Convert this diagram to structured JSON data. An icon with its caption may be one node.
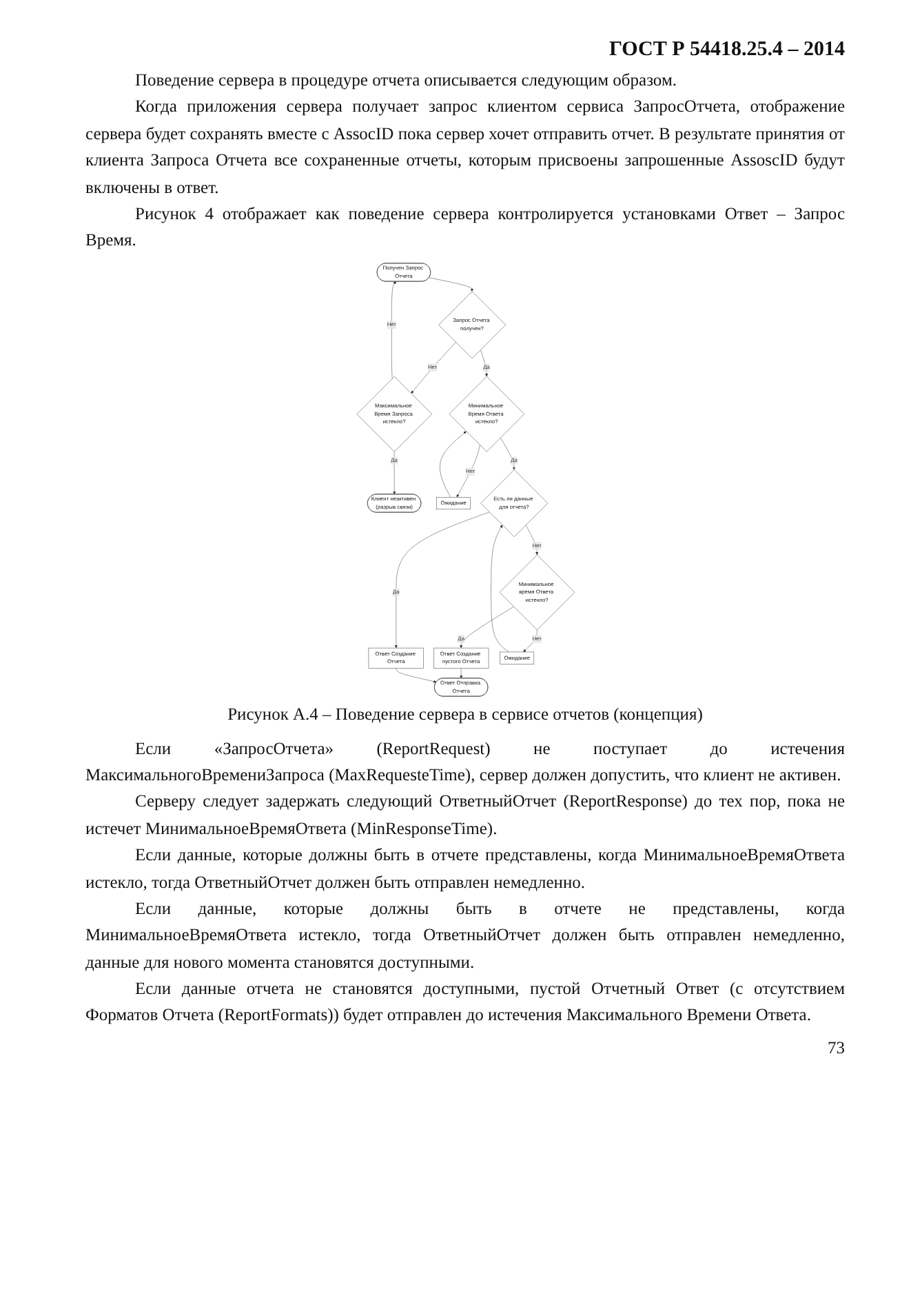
{
  "diagram": {
    "caption": "Рисунок А.4 – Поведение сервера в сервисе отчетов (концепция)",
    "nodes": [
      {
        "text": [
          "Получен Запрос Отчета"
        ]
      },
      {
        "text": [
          "Запрос Отчета получен?"
        ]
      },
      {
        "text": [
          "Максимальное Время Запроса истекло?"
        ]
      },
      {
        "text": [
          "Клиент неактивен (разрыв связи)"
        ]
      },
      {
        "text": [
          "Минимальное Время Ответа истекло?"
        ]
      },
      {
        "text": [
          "Ожидание"
        ]
      },
      {
        "text": [
          "Есть ли данные для отчета?"
        ]
      },
      {
        "text": [
          "Ответ Создание Отчета"
        ]
      },
      {
        "text": [
          "Минимальное время Ответа истекло?"
        ]
      },
      {
        "text": [
          "Ответ Создание пустого Отчета"
        ]
      },
      {
        "text": [
          "Ожидание"
        ]
      },
      {
        "text": [
          "Ответ Отправка Отчета"
        ]
      }
    ],
    "edges": [
      {
        "from": 0,
        "to": 1,
        "arrow": "to"
      },
      {
        "from": 1,
        "to": 2,
        "label": "Нет",
        "arrow": "to"
      },
      {
        "from": 2,
        "to": 0,
        "label": "Нет",
        "arrow": "to"
      },
      {
        "from": 2,
        "to": 3,
        "label": "Да",
        "arrow": "to"
      },
      {
        "from": 1,
        "to": 4,
        "label": "Да",
        "arrow": "to"
      },
      {
        "from": 4,
        "to": 5,
        "label": "Нет",
        "arrow": "to"
      },
      {
        "from": 5,
        "to": 4,
        "arrow": "to"
      },
      {
        "from": 4,
        "to": 6,
        "label": "Да",
        "arrow": "to"
      },
      {
        "from": 6,
        "to": 7,
        "label": "Да",
        "arrow": "to"
      },
      {
        "from": 6,
        "to": 8,
        "label": "Нет",
        "arrow": "to"
      },
      {
        "from": 8,
        "to": 9,
        "label": "Да",
        "arrow": "to"
      },
      {
        "from": 8,
        "to": 10,
        "label": "Нет",
        "arrow": "to"
      },
      {
        "from": 10,
        "to": 6,
        "arrow": "to"
      },
      {
        "from": 9,
        "to": 11,
        "arrow": "to"
      },
      {
        "from": 7,
        "to": 11,
        "arrow": "to"
      }
    ],
    "labels": [
      "ГОСТ Р 54418.25.4 – 2014",
      "Поведение сервера в процедуре отчета описывается следующим образом.",
      "Когда приложения сервера получает запрос клиентом сервиса ЗапросОтчета, отображение сервера будет сохранять вместе с AssocID пока сервер хочет отправить отчет. В результате принятия от клиента Запроса Отчета все сохраненные отчеты, которым присвоены запрошенные AssoscID будут включены в ответ.",
      "Рисунок 4 отображает как поведение сервера контролируется установками Ответ – Запрос Время.",
      "Если «ЗапросОтчета» (ReportRequest) не поступает до истечения МаксимальногоВремениЗапроса (MaxRequesteTime), сервер должен допустить, что клиент не активен.",
      "Серверу следует задержать следующий ОтветныйОтчет (ReportResponse) до тех пор, пока не истечет МинимальноеВремяОтвета (MinResponseTime).",
      "Если данные, которые должны быть в отчете представлены, когда МинимальноеВремяОтвета истекло, тогда ОтветныйОтчет должен быть отправлен немедленно.",
      "Если данные, которые должны быть в отчете не представлены, когда МинимальноеВремяОтвета истекло, тогда ОтветныйОтчет должен быть отправлен немедленно, данные для нового момента становятся доступными.",
      "Если данные отчета не становятся доступными, пустой Отчетный Ответ (с отсутствием Форматов Отчета (ReportFormats)) будет отправлен до истечения Максимального Времени Ответа.",
      "73"
    ]
  }
}
